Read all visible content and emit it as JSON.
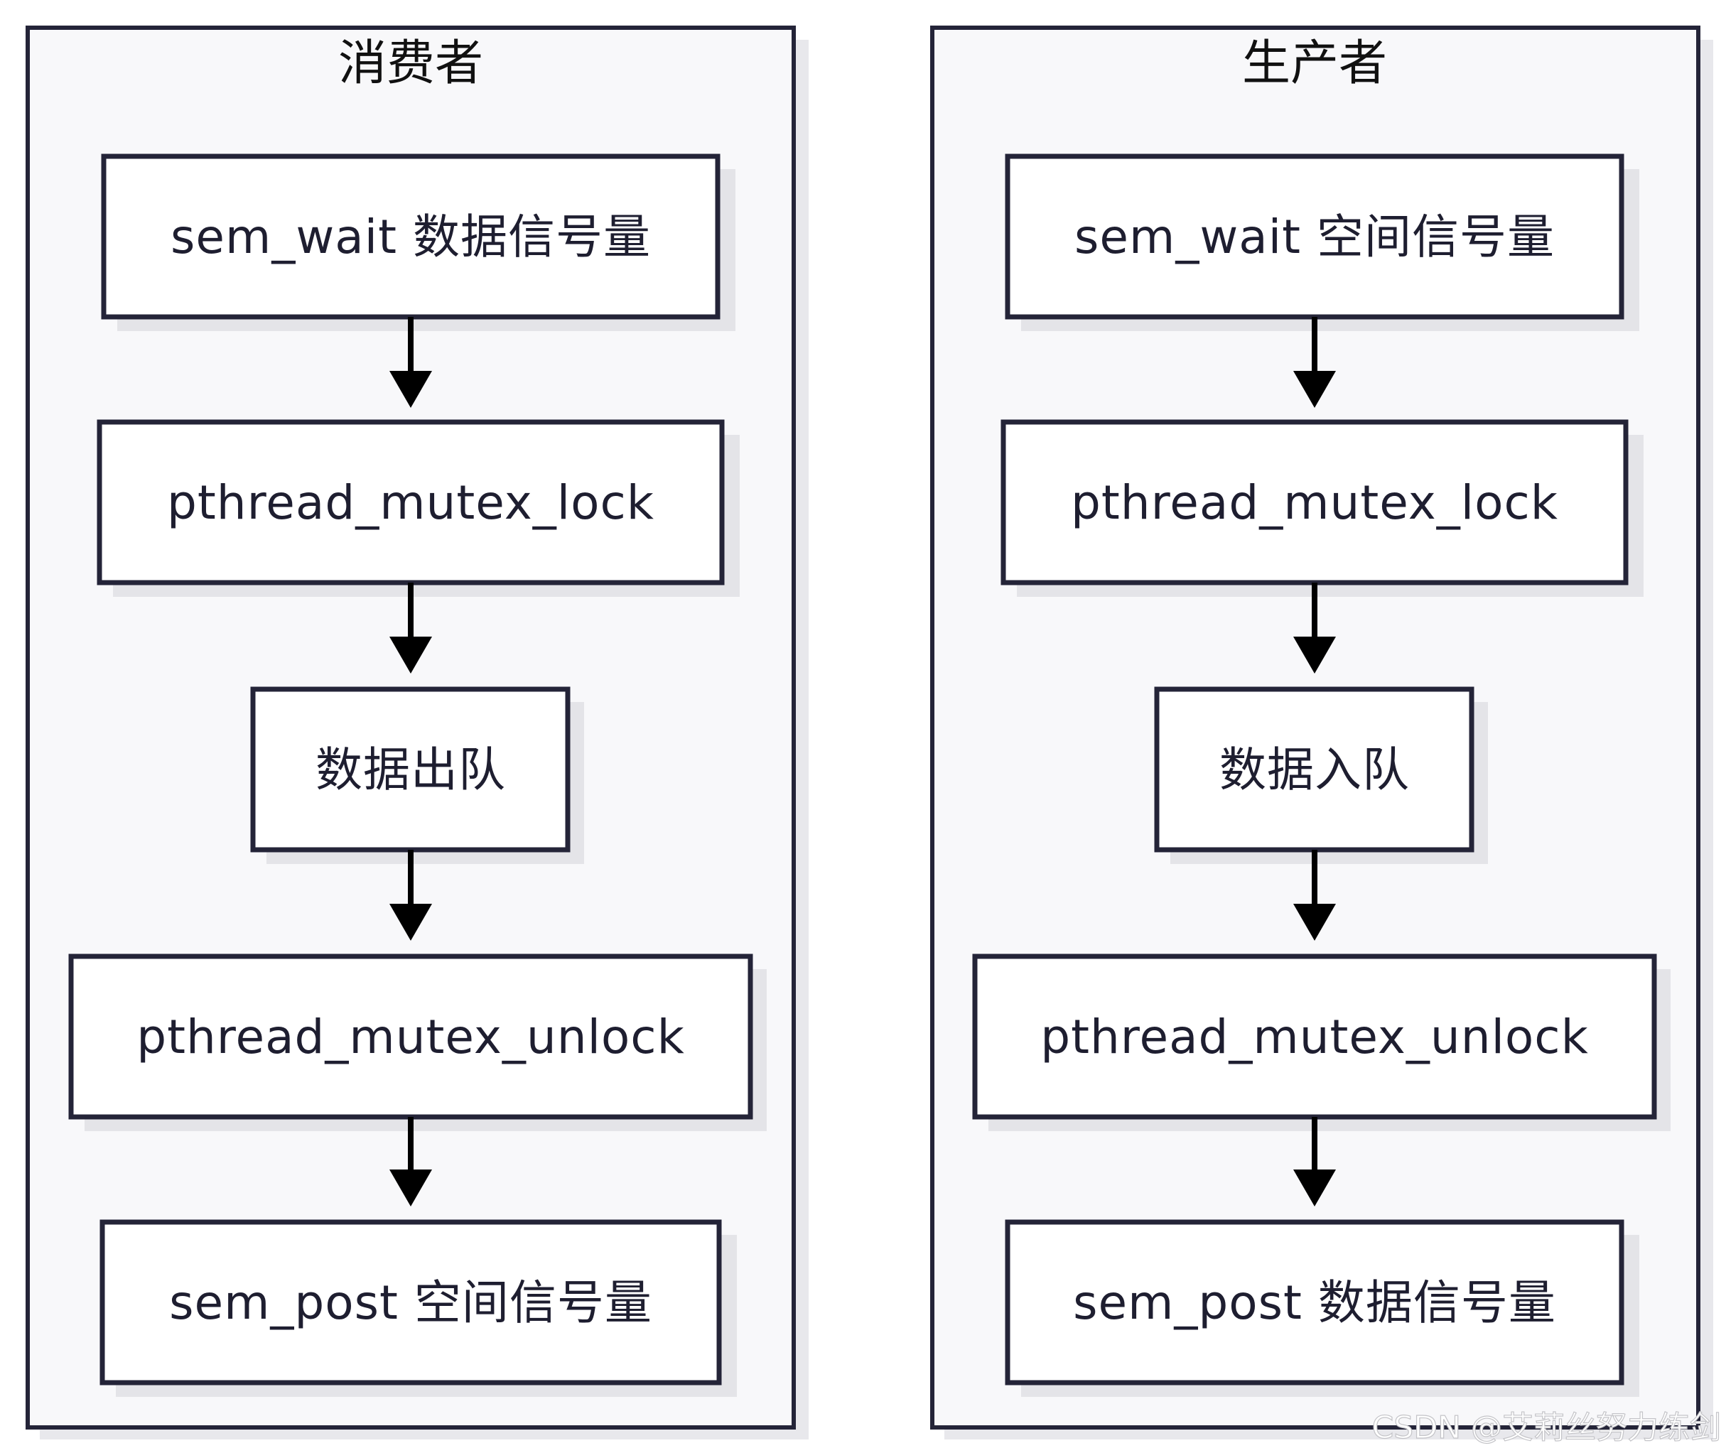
{
  "lanes": [
    {
      "title": "消费者",
      "steps": [
        "sem_wait 数据信号量",
        "pthread_mutex_lock",
        "数据出队",
        "pthread_mutex_unlock",
        "sem_post 空间信号量"
      ]
    },
    {
      "title": "生产者",
      "steps": [
        "sem_wait 空间信号量",
        "pthread_mutex_lock",
        "数据入队",
        "pthread_mutex_unlock",
        "sem_post 数据信号量"
      ]
    }
  ],
  "watermark": "CSDN @艾莉丝努力练剑",
  "colors": {
    "lane_fill": "#f8f8fa",
    "border": "#242438",
    "arrow": "#000000",
    "node_fill": "#ffffff"
  }
}
